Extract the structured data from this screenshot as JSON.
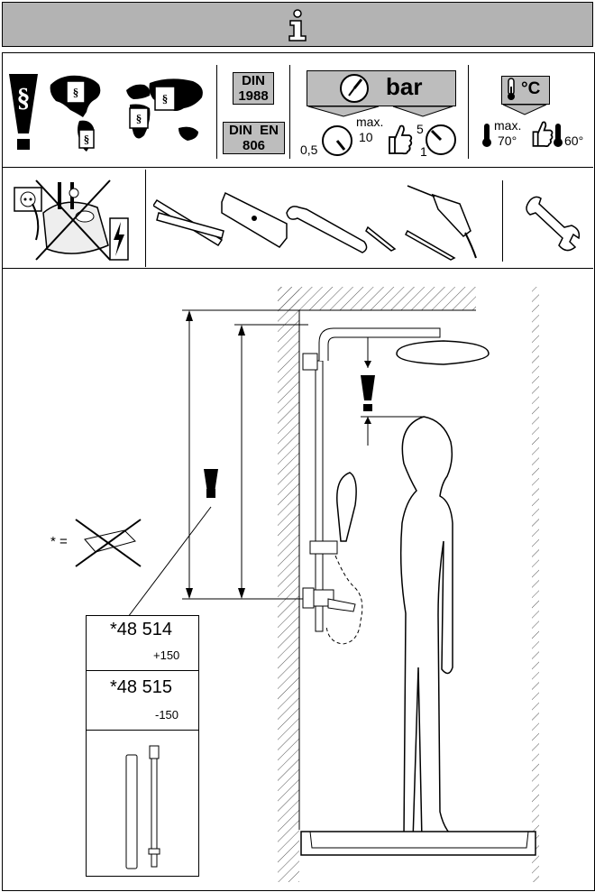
{
  "header": {
    "icon": "info-icon"
  },
  "norms": {
    "din": "DIN",
    "din_year": "1988",
    "din_en": "DIN  EN",
    "din_en_no": "806"
  },
  "pressure": {
    "unit": "bar",
    "min_label": "0,5",
    "max_word": "max.",
    "max_value": "10",
    "rec_high": "5",
    "rec_low": "1"
  },
  "temperature": {
    "unit": "°C",
    "max_word": "max.",
    "max_value": "70°",
    "rec_value": "60°"
  },
  "variants": [
    {
      "code": "*48 514",
      "delta": "+150"
    },
    {
      "code": "*48 515",
      "delta": "-150"
    }
  ],
  "legend": {
    "asterisk": "* ="
  },
  "icons": {
    "paragraph": "paragraph-warning-icon",
    "world": "world-map-regulations-icon",
    "gauge": "pressure-gauge-icon",
    "thermometer": "thermometer-icon",
    "thumb": "thumbs-up-icon",
    "no_power": "no-electricity-icon",
    "tools": "tools-icon",
    "spanner": "spanner-icon"
  },
  "colors": {
    "header_bg": "#b3b3b3",
    "box_bg": "#bdbdbd",
    "line": "#000000"
  }
}
